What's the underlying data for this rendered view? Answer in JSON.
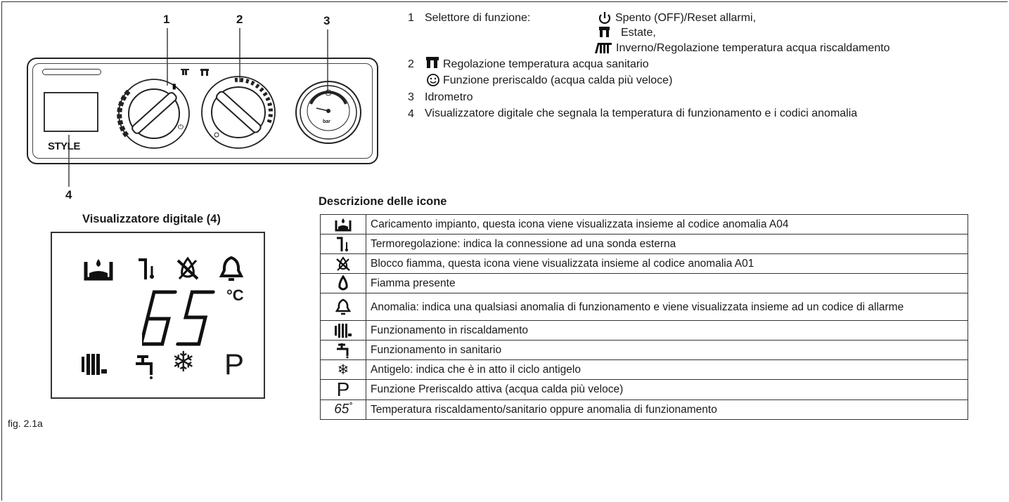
{
  "panel": {
    "callouts": [
      "1",
      "2",
      "3",
      "4"
    ],
    "brand": "STYLE",
    "gauge_unit": "bar"
  },
  "legend_items": [
    {
      "num": "1",
      "text": "Selettore di funzione:"
    },
    {
      "num": "",
      "text": "Spento (OFF)/Reset allarmi,"
    },
    {
      "num": "",
      "text": "Estate,"
    },
    {
      "num": "",
      "text": "Inverno/Regolazione temperatura acqua riscaldamento"
    },
    {
      "num": "2",
      "text": "Regolazione temperatura acqua sanitario"
    },
    {
      "num": "",
      "text": "Funzione preriscaldo (acqua calda più veloce)"
    },
    {
      "num": "3",
      "text": "Idrometro"
    },
    {
      "num": "4",
      "text": "Visualizzatore digitale che segnala la temperatura di funzionamento e i codici anomalia"
    }
  ],
  "digital_display": {
    "title": "Visualizzatore digitale (4)",
    "temperature": "65",
    "unit": "°C",
    "p_symbol": "P"
  },
  "figure_caption": "fig. 2.1a",
  "icons_table": {
    "title": "Descrizione delle icone",
    "rows": [
      {
        "icon": "system-fill-icon",
        "text": "Caricamento impianto, questa icona viene visualizzata insieme al codice anomalia A04"
      },
      {
        "icon": "external-probe-icon",
        "text": "Termoregolazione: indica la connessione ad una sonda esterna"
      },
      {
        "icon": "flame-block-icon",
        "text": "Blocco fiamma, questa icona viene visualizzata insieme al codice anomalia A01"
      },
      {
        "icon": "flame-icon",
        "text": "Fiamma presente"
      },
      {
        "icon": "alarm-bell-icon",
        "text": "Anomalia: indica una qualsiasi anomalia di funzionamento e viene visualizzata insieme ad un codice di allarme"
      },
      {
        "icon": "radiator-icon",
        "text": "Funzionamento in riscaldamento"
      },
      {
        "icon": "tap-icon",
        "text": "Funzionamento in sanitario"
      },
      {
        "icon": "snowflake-icon",
        "text": "Antigelo: indica che è in atto il ciclo antigelo"
      },
      {
        "icon": "p-icon",
        "text": "Funzione Preriscaldo attiva (acqua calda più veloce)"
      },
      {
        "icon": "temperature-icon",
        "text": "Temperatura riscaldamento/sanitario oppure anomalia di funzionamento"
      }
    ],
    "temp_icon_value": "65",
    "temp_icon_unit": "°",
    "p_icon_letter": "P"
  }
}
